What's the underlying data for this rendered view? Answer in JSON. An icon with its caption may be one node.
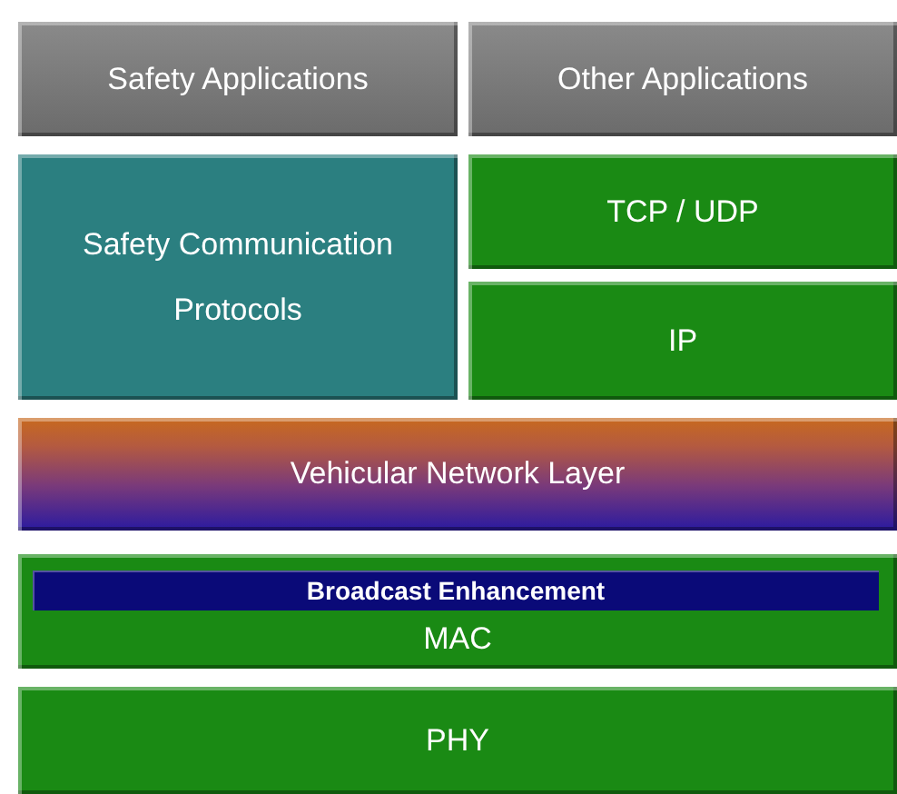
{
  "diagram": {
    "nodes": [
      {
        "text": [
          "Safety Applications"
        ]
      },
      {
        "text": [
          "Other Applications"
        ]
      },
      {
        "text": [
          "Safety Communication Protocols"
        ]
      },
      {
        "text": [
          "TCP / UDP"
        ]
      },
      {
        "text": [
          "IP"
        ]
      },
      {
        "text": [
          "Vehicular Network Layer"
        ]
      },
      {
        "text": [
          "MAC"
        ]
      },
      {
        "text": [
          "Broadcast Enhancement"
        ],
        "in": 6
      },
      {
        "text": [
          "PHY"
        ]
      }
    ]
  }
}
